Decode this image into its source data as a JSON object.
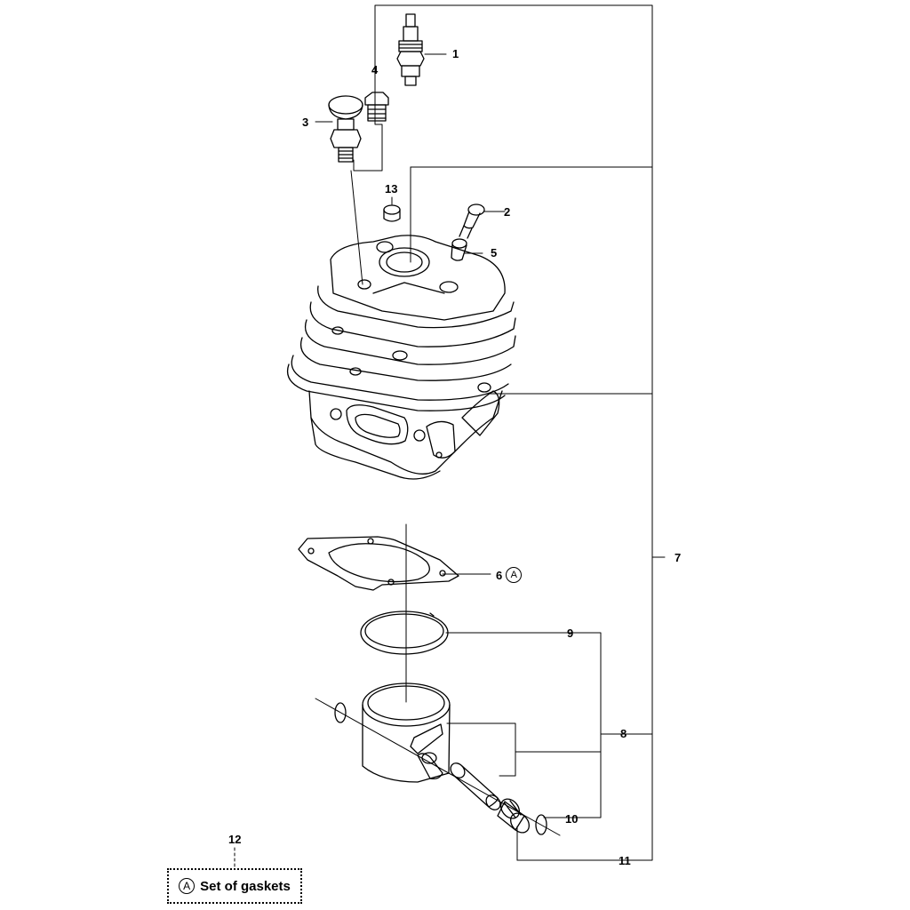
{
  "callouts": {
    "c1": "1",
    "c2": "2",
    "c3": "3",
    "c4": "4",
    "c5": "5",
    "c6": "6",
    "c6_marker": "A",
    "c7": "7",
    "c8": "8",
    "c9": "9",
    "c10": "10",
    "c11": "11",
    "c12": "12",
    "c13": "13"
  },
  "legend": {
    "marker": "A",
    "text": "Set of gaskets"
  }
}
